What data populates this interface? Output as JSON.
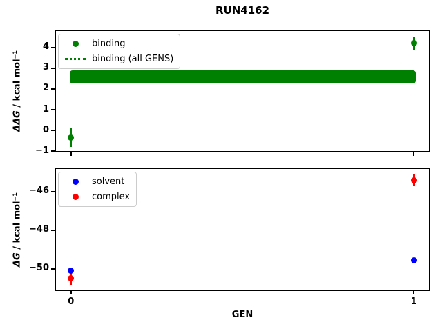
{
  "title": "RUN4162",
  "xlabel": "GEN",
  "chart_data": [
    {
      "type": "scatter",
      "ylabel": "ΔΔG / kcal mol⁻¹",
      "ylabel_math": "ΔΔG",
      "ylabel_rest": " / kcal mol⁻¹",
      "xlabel": "",
      "xlim": [
        -0.048,
        1.048
      ],
      "ylim": [
        -1.05,
        4.85
      ],
      "yticks": [
        -1,
        0,
        1,
        2,
        3,
        4
      ],
      "xticks": [
        0,
        1
      ],
      "xtick_labels": false,
      "grid": false,
      "legend_position": "upper-left",
      "legend": [
        {
          "label": "binding",
          "marker": "circle",
          "color": "#008000"
        },
        {
          "label": "binding (all GENS)",
          "marker": "dotted-line",
          "color": "#008000"
        }
      ],
      "series": [
        {
          "name": "binding",
          "color": "#008000",
          "x": [
            0,
            1
          ],
          "y": [
            -0.35,
            4.2
          ],
          "yerr": [
            0.45,
            0.33
          ]
        }
      ],
      "band": {
        "name": "binding-all-gens",
        "color": "#008000",
        "x0": 0,
        "x1": 1,
        "y_low": 2.25,
        "y_high": 2.9,
        "y_center": 2.57
      }
    },
    {
      "type": "scatter",
      "ylabel": "ΔG / kcal mol⁻¹",
      "ylabel_math": "ΔG",
      "ylabel_rest": " / kcal mol⁻¹",
      "xlabel": "GEN",
      "xlim": [
        -0.048,
        1.048
      ],
      "ylim": [
        -51.15,
        -44.75
      ],
      "yticks": [
        -50,
        -48,
        -46
      ],
      "xticks": [
        0,
        1
      ],
      "xtick_labels": true,
      "grid": false,
      "legend_position": "upper-left",
      "legend": [
        {
          "label": "solvent",
          "marker": "circle",
          "color": "#0000ff"
        },
        {
          "label": "complex",
          "marker": "circle",
          "color": "#ff0000"
        }
      ],
      "series": [
        {
          "name": "solvent",
          "color": "#0000ff",
          "x": [
            0,
            1
          ],
          "y": [
            -50.1,
            -49.55
          ],
          "yerr": [
            0.15,
            0.08
          ]
        },
        {
          "name": "complex",
          "color": "#ff0000",
          "x": [
            0,
            1
          ],
          "y": [
            -50.5,
            -45.4
          ],
          "yerr": [
            0.35,
            0.3
          ]
        }
      ]
    }
  ]
}
